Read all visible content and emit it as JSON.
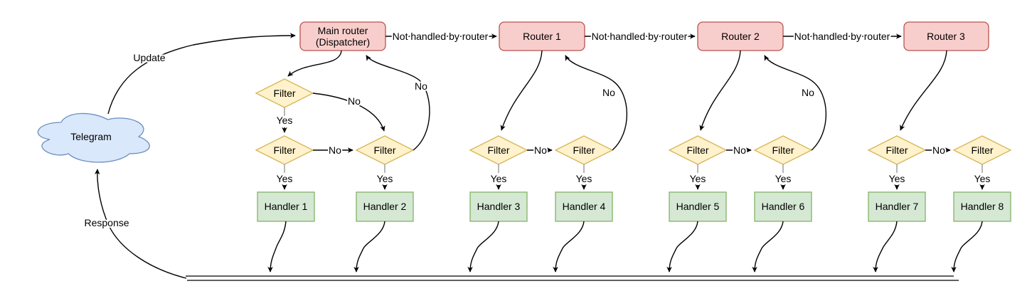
{
  "diagram": {
    "cloud_label": "Telegram",
    "update_label": "Update",
    "response_label": "Response",
    "not_handled_label": "Not handled by router",
    "filter_label": "Filter",
    "yes_label": "Yes",
    "no_label": "No",
    "main_router": {
      "line1": "Main router",
      "line2": "(Dispatcher)"
    },
    "router_labels": [
      "Router 1",
      "Router 2",
      "Router 3"
    ],
    "handler_labels": [
      "Handler 1",
      "Handler 2",
      "Handler 3",
      "Handler 4",
      "Handler 5",
      "Handler 6",
      "Handler 7",
      "Handler 8"
    ],
    "colors": {
      "router_fill": "#f8cecc",
      "router_stroke": "#b85450",
      "filter_fill": "#fff2cc",
      "filter_stroke": "#d6b656",
      "handler_fill": "#d5e8d4",
      "handler_stroke": "#82b366",
      "cloud_fill": "#dae8fc",
      "cloud_stroke": "#6c8ebf",
      "edge": "#000000",
      "yes_stub": "#999999"
    }
  }
}
